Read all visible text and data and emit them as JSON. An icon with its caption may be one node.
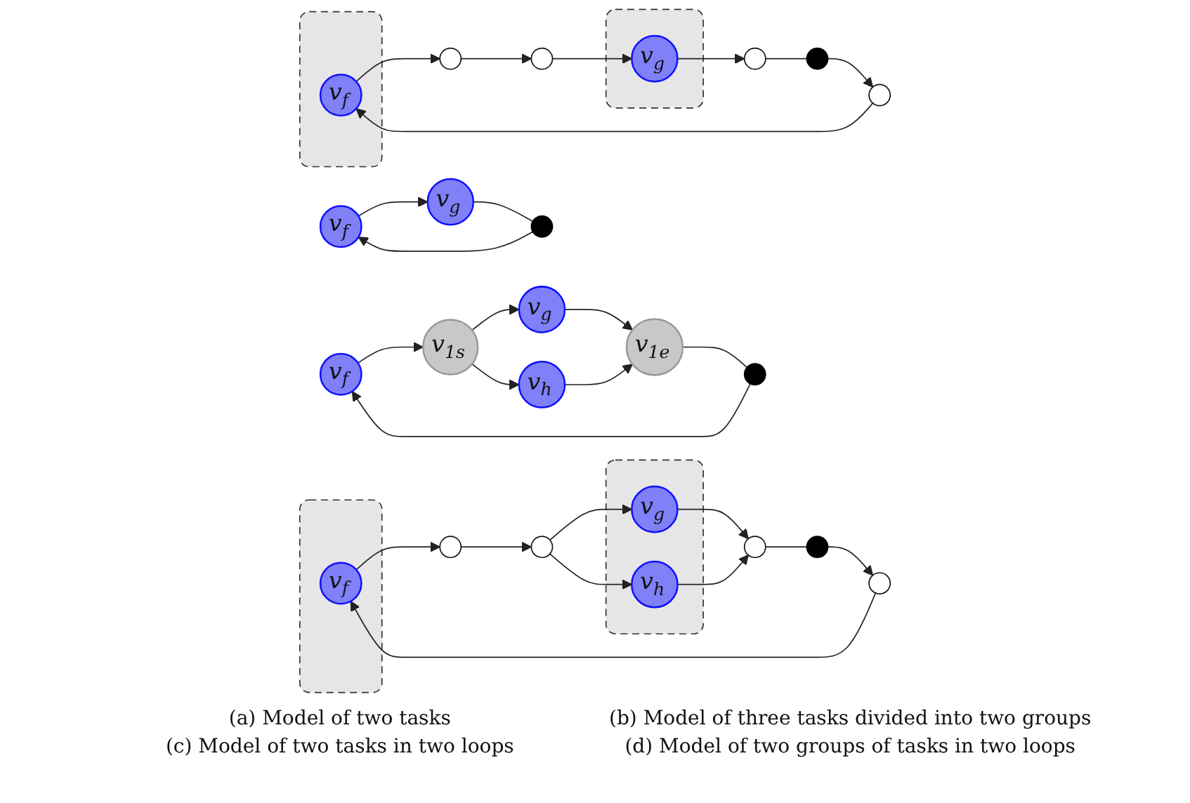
{
  "diagram": {
    "nodes": [
      {
        "text": [
          "v$_{f}$"
        ]
      },
      {
        "text": [
          "v$_{g}$"
        ]
      },
      {
        "text": [
          "v$_{f}$"
        ]
      },
      {
        "text": [
          "v$_{1s}$"
        ]
      },
      {
        "text": [
          "v$_{g}$"
        ]
      },
      {
        "text": [
          "v$_{h}$"
        ]
      },
      {
        "text": [
          "v$_{1e}$"
        ]
      },
      {
        "text": [],
        "shape": "circle"
      },
      {
        "text": [],
        "shape": "circle"
      },
      {
        "text": [],
        "shape": "box"
      },
      {
        "text": [
          "v$_{f}$"
        ],
        "in": 9
      },
      {
        "text": [],
        "shape": "circle"
      },
      {
        "text": [],
        "shape": "circle"
      },
      {
        "text": [],
        "shape": "box"
      },
      {
        "text": [
          "v$_{g}$"
        ],
        "in": 13
      },
      {
        "text": [],
        "shape": "circle"
      },
      {
        "text": [],
        "shape": "circle"
      },
      {
        "text": [],
        "shape": "circle"
      },
      {
        "text": [],
        "shape": "box"
      },
      {
        "text": [
          "v$_{f}$"
        ],
        "in": 18
      },
      {
        "text": [],
        "shape": "circle"
      },
      {
        "text": [],
        "shape": "circle"
      },
      {
        "text": [],
        "shape": "box"
      },
      {
        "text": [
          "v$_{g}$"
        ],
        "in": 22
      },
      {
        "text": [
          "v$_{h}$"
        ],
        "in": 22
      },
      {
        "text": [],
        "shape": "circle"
      },
      {
        "text": [],
        "shape": "circle"
      },
      {
        "text": [],
        "shape": "circle"
      }
    ],
    "edges": [
      {
        "from": 0,
        "to": 1,
        "arrow": "to"
      },
      {
        "from": 1,
        "to": 7,
        "arrow": "none"
      },
      {
        "from": 7,
        "to": 0,
        "arrow": "to"
      },
      {
        "from": 2,
        "to": 3,
        "arrow": "to"
      },
      {
        "from": 3,
        "to": 4,
        "arrow": "to"
      },
      {
        "from": 3,
        "to": 5,
        "arrow": "to"
      },
      {
        "from": 4,
        "to": 6,
        "arrow": "to"
      },
      {
        "from": 5,
        "to": 6,
        "arrow": "to"
      },
      {
        "from": 6,
        "to": 8,
        "arrow": "none"
      },
      {
        "from": 8,
        "to": 2,
        "arrow": "to"
      },
      {
        "from": 10,
        "to": 11,
        "arrow": "to"
      },
      {
        "from": 11,
        "to": 15,
        "arrow": "to"
      },
      {
        "from": 15,
        "to": 14,
        "arrow": "to"
      },
      {
        "from": 14,
        "to": 16,
        "arrow": "to"
      },
      {
        "from": 16,
        "to": 17,
        "arrow": "none"
      },
      {
        "from": 17,
        "to": 12,
        "arrow": "to"
      },
      {
        "from": 12,
        "to": 10,
        "arrow": "to"
      },
      {
        "from": 19,
        "to": 20,
        "arrow": "to"
      },
      {
        "from": 20,
        "to": 25,
        "arrow": "to"
      },
      {
        "from": 25,
        "to": 23,
        "arrow": "to"
      },
      {
        "from": 25,
        "to": 24,
        "arrow": "to"
      },
      {
        "from": 23,
        "to": 26,
        "arrow": "to"
      },
      {
        "from": 24,
        "to": 26,
        "arrow": "to"
      },
      {
        "from": 26,
        "to": 27,
        "arrow": "none"
      },
      {
        "from": 27,
        "to": 21,
        "arrow": "to"
      },
      {
        "from": 21,
        "to": 19,
        "arrow": "to"
      }
    ],
    "labels": [
      "(a) Model of two tasks",
      "(b) Model of three tasks divided into two groups",
      "(c) Model of two tasks in two loops",
      "(d) Model of two groups of tasks in two loops"
    ]
  }
}
